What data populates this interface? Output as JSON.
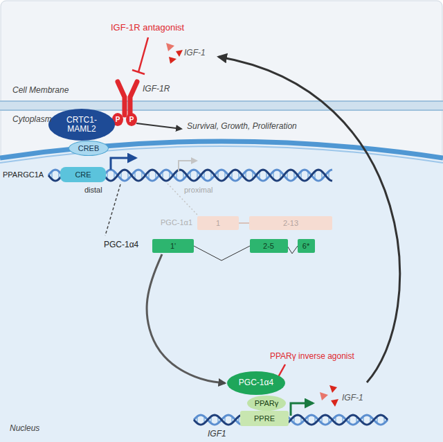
{
  "diagram": {
    "nodes": [
      {
        "text": [
          "P"
        ]
      },
      {
        "text": [
          "P"
        ]
      },
      {
        "text": [
          "CRTC1-MAML2"
        ]
      },
      {
        "text": [
          "CREB"
        ]
      },
      {
        "text": [
          "CRE"
        ]
      },
      {
        "text": [
          "1"
        ]
      },
      {
        "text": [
          "2-13"
        ]
      },
      {
        "text": [
          "1'"
        ]
      },
      {
        "text": [
          "2-5"
        ]
      },
      {
        "text": [
          "6*"
        ]
      },
      {
        "text": [
          "PGC-1α4"
        ]
      },
      {
        "text": [
          "PPARγ"
        ]
      },
      {
        "text": [
          "PPRE"
        ]
      }
    ],
    "edges": [
      {
        "from": 7,
        "to": 10,
        "arrow": "to"
      }
    ],
    "labels": [
      "IGF-1R antagonist",
      "IGF-1",
      "Cell Membrane",
      "IGF-1R",
      "Cytoplasm",
      "Survival, Growth, Proliferation",
      "PPARGC1A",
      "distal",
      "proximal",
      "PGC-1α1",
      "PGC-1α4",
      "PPARγ inverse agonist",
      "IGF-1",
      "IGF1",
      "Nucleus"
    ]
  }
}
